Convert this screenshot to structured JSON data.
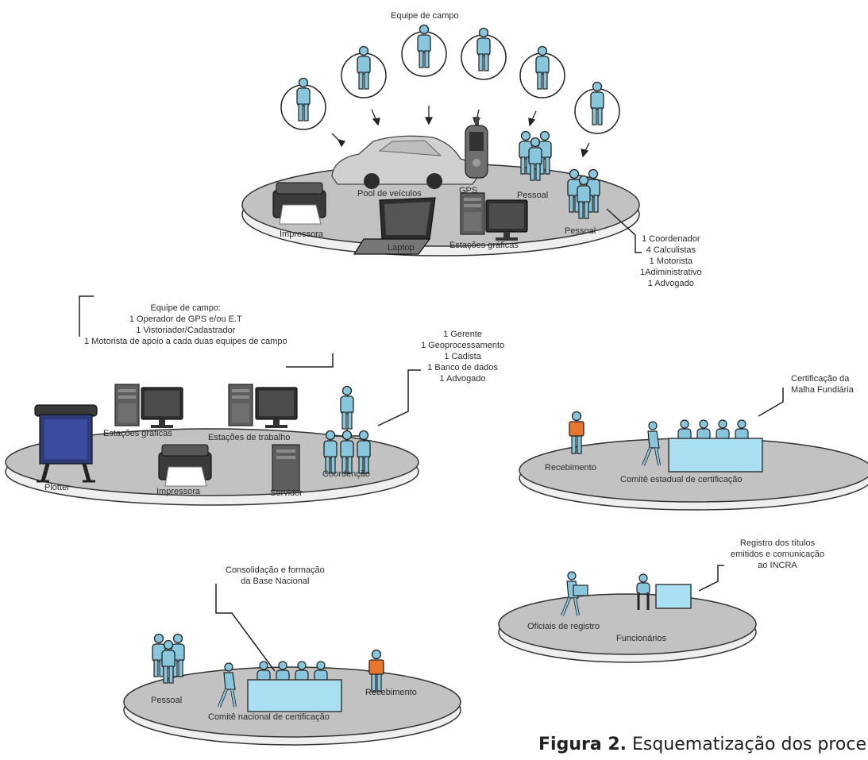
{
  "top_cluster": {
    "title": "Equipe de campo",
    "vehicles": "Pool de veículos",
    "gps": "GPS",
    "staff_a": "Pessoal",
    "staff_b": "Pessoal",
    "printer": "Impressora",
    "laptop": "Laptop",
    "workstations": "Estações gráficas",
    "roles": [
      "1 Coordenador",
      "4 Calculistas",
      "1 Motorista",
      "1Adiministrativo",
      "1 Advogado"
    ]
  },
  "field_team_box": {
    "lines": [
      "Equipe de campo:",
      "1 Operador de GPS e/ou E.T",
      "1 Vistoriador/Cadastrador",
      "1 Motorista de apoio a cada duas equipes de campo"
    ]
  },
  "management_box": {
    "lines": [
      "1 Gerente",
      "1 Geoprocessamento",
      "1 Cadista",
      "1 Banco de dados",
      "1 Advogado"
    ]
  },
  "mid_cluster": {
    "plotter": "Plotter",
    "workstations": "Estações gráficas",
    "work_stations": "Estações de trabalho",
    "printer": "Impressora",
    "server": "Servidor",
    "coordination": "Coordenção"
  },
  "state_cluster": {
    "note": [
      "Certificação da",
      "Malha Fundiária"
    ],
    "receiving": "Recebimento",
    "committee": "Comitê estadual de certificação"
  },
  "registry_cluster": {
    "note": [
      "Registro dos títulos",
      "emitidos e comunicação",
      "ao INCRA"
    ],
    "officers": "Oficiais de registro",
    "employees": "Funcionários"
  },
  "national_cluster": {
    "note": [
      "Consolidação e formação",
      "da Base Nacional"
    ],
    "staff": "Pessoal",
    "receiving": "Recebimento",
    "committee": "Comitê nacional de certificação"
  },
  "caption": {
    "bold": "Figura 2.",
    "text": " Esquematização dos proce"
  },
  "colors": {
    "person": "#87c6dd",
    "outline": "#222222",
    "disk": "#c2c2c2",
    "receiver": "#e8762c",
    "desk": "#a9dff0"
  }
}
